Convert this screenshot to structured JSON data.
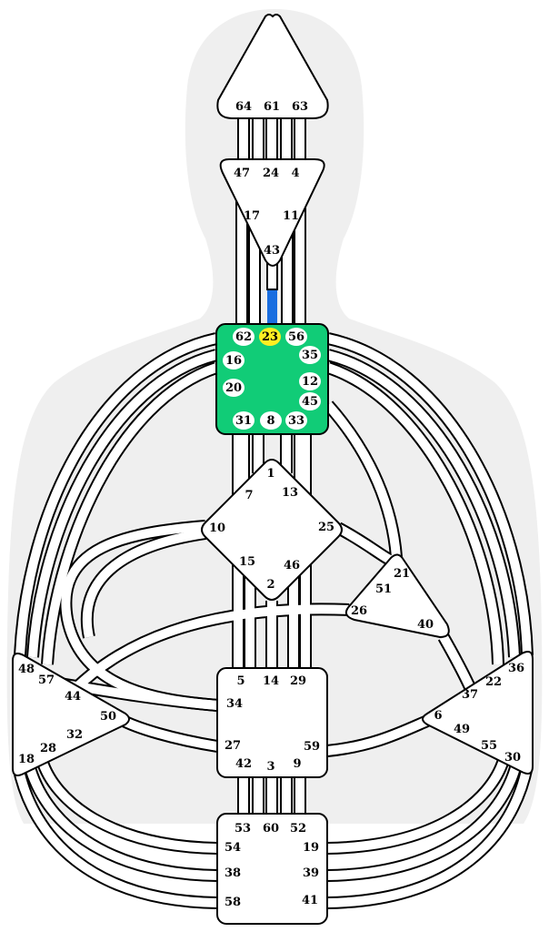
{
  "colors": {
    "body": "#efefef",
    "center_fill": "#ffffff",
    "stroke": "#000000",
    "defined_center": "#11cc77",
    "active_gate": "#ffee22",
    "active_channel": "#1a6ee0"
  },
  "centers": [
    {
      "id": "head",
      "defined": false,
      "gates": [
        "64",
        "61",
        "63"
      ]
    },
    {
      "id": "ajna",
      "defined": false,
      "gates": [
        "47",
        "24",
        "4",
        "17",
        "11",
        "43"
      ]
    },
    {
      "id": "throat",
      "defined": true,
      "gates": [
        "62",
        "23",
        "56",
        "35",
        "16",
        "12",
        "20",
        "45",
        "31",
        "8",
        "33"
      ]
    },
    {
      "id": "g",
      "defined": false,
      "gates": [
        "1",
        "7",
        "13",
        "10",
        "25",
        "15",
        "46",
        "2"
      ]
    },
    {
      "id": "heart",
      "defined": false,
      "gates": [
        "21",
        "51",
        "26",
        "40"
      ]
    },
    {
      "id": "spleen",
      "defined": false,
      "gates": [
        "48",
        "57",
        "44",
        "50",
        "32",
        "28",
        "18"
      ]
    },
    {
      "id": "solar-plexus",
      "defined": false,
      "gates": [
        "36",
        "22",
        "37",
        "6",
        "49",
        "55",
        "30"
      ]
    },
    {
      "id": "sacral",
      "defined": false,
      "gates": [
        "5",
        "14",
        "29",
        "34",
        "27",
        "59",
        "42",
        "3",
        "9"
      ]
    },
    {
      "id": "root",
      "defined": false,
      "gates": [
        "53",
        "60",
        "52",
        "54",
        "19",
        "38",
        "39",
        "58",
        "41"
      ]
    }
  ],
  "active_gates": [
    "23"
  ],
  "active_channel": "43-23"
}
